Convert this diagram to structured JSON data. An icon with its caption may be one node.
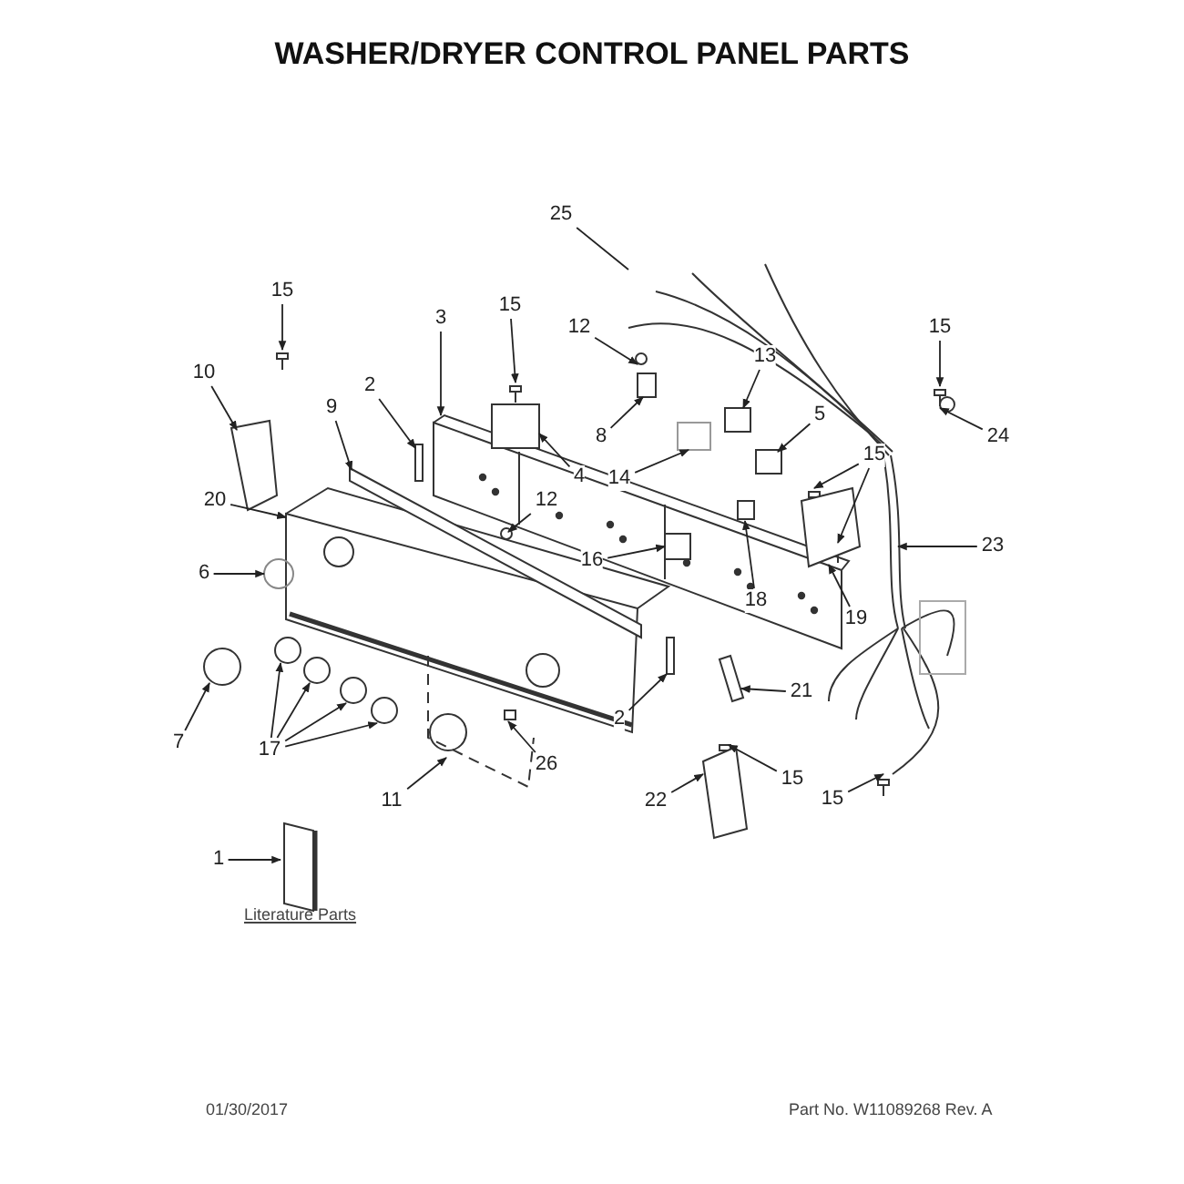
{
  "diagram": {
    "title": "WASHER/DRYER CONTROL PANEL PARTS",
    "nodes": [
      {
        "text": [
          "25"
        ]
      },
      {
        "text": [
          "15"
        ]
      },
      {
        "text": [
          "3"
        ]
      },
      {
        "text": [
          "15"
        ]
      },
      {
        "text": [
          "12"
        ]
      },
      {
        "text": [
          "10"
        ]
      },
      {
        "text": [
          "2"
        ]
      },
      {
        "text": [
          "9"
        ]
      },
      {
        "text": [
          "8"
        ]
      },
      {
        "text": [
          "13"
        ]
      },
      {
        "text": [
          "15"
        ]
      },
      {
        "text": [
          "4"
        ]
      },
      {
        "text": [
          "5"
        ]
      },
      {
        "text": [
          "24"
        ]
      },
      {
        "text": [
          "15"
        ]
      },
      {
        "text": [
          "14"
        ]
      },
      {
        "text": [
          "23"
        ]
      },
      {
        "text": [
          "20"
        ]
      },
      {
        "text": [
          "16"
        ]
      },
      {
        "text": [
          "12"
        ]
      },
      {
        "text": [
          "18"
        ]
      },
      {
        "text": [
          "6"
        ]
      },
      {
        "text": [
          "19"
        ]
      },
      {
        "text": [
          "7"
        ]
      },
      {
        "text": [
          "21"
        ]
      },
      {
        "text": [
          "2"
        ]
      },
      {
        "text": [
          "15"
        ]
      },
      {
        "text": [
          "17"
        ]
      },
      {
        "text": [
          "26"
        ]
      },
      {
        "text": [
          "22"
        ]
      },
      {
        "text": [
          "11"
        ]
      },
      {
        "text": [
          "15"
        ]
      },
      {
        "text": [
          "1"
        ]
      }
    ],
    "edges": [
      {
        "from": 0,
        "to": null,
        "arrow": "none"
      },
      {
        "from": 1,
        "to": null,
        "arrow": "to"
      },
      {
        "from": 2,
        "to": null,
        "arrow": "to"
      },
      {
        "from": 3,
        "to": null,
        "arrow": "to"
      },
      {
        "from": 4,
        "to": null,
        "arrow": "to"
      },
      {
        "from": 5,
        "to": null,
        "arrow": "to"
      },
      {
        "from": 6,
        "to": null,
        "arrow": "to"
      },
      {
        "from": 7,
        "to": null,
        "arrow": "to"
      },
      {
        "from": 8,
        "to": null,
        "arrow": "to"
      },
      {
        "from": 9,
        "to": null,
        "arrow": "to"
      },
      {
        "from": 10,
        "to": null,
        "arrow": "to"
      },
      {
        "from": 11,
        "to": null,
        "arrow": "to"
      },
      {
        "from": 12,
        "to": null,
        "arrow": "to"
      },
      {
        "from": 13,
        "to": null,
        "arrow": "to"
      },
      {
        "from": 14,
        "to": null,
        "arrow": "to"
      },
      {
        "from": 14,
        "to": null,
        "arrow": "to"
      },
      {
        "from": 15,
        "to": null,
        "arrow": "to"
      },
      {
        "from": 16,
        "to": null,
        "arrow": "to"
      },
      {
        "from": 17,
        "to": null,
        "arrow": "to"
      },
      {
        "from": 18,
        "to": null,
        "arrow": "to"
      },
      {
        "from": 19,
        "to": null,
        "arrow": "to"
      },
      {
        "from": 20,
        "to": null,
        "arrow": "to"
      },
      {
        "from": 21,
        "to": null,
        "arrow": "to"
      },
      {
        "from": 22,
        "to": null,
        "arrow": "to"
      },
      {
        "from": 23,
        "to": null,
        "arrow": "to"
      },
      {
        "from": 24,
        "to": null,
        "arrow": "to"
      },
      {
        "from": 25,
        "to": null,
        "arrow": "to"
      },
      {
        "from": 26,
        "to": null,
        "arrow": "to"
      },
      {
        "from": 27,
        "to": null,
        "arrow": "to"
      },
      {
        "from": 27,
        "to": null,
        "arrow": "to"
      },
      {
        "from": 27,
        "to": null,
        "arrow": "to"
      },
      {
        "from": 27,
        "to": null,
        "arrow": "to"
      },
      {
        "from": 28,
        "to": null,
        "arrow": "to"
      },
      {
        "from": 29,
        "to": null,
        "arrow": "to"
      },
      {
        "from": 30,
        "to": null,
        "arrow": "to"
      },
      {
        "from": 31,
        "to": null,
        "arrow": "to"
      },
      {
        "from": 32,
        "to": null,
        "arrow": "to"
      }
    ],
    "labels": [
      "Literature Parts",
      "01/30/2017",
      "Part No. W11089268 Rev. A"
    ]
  }
}
